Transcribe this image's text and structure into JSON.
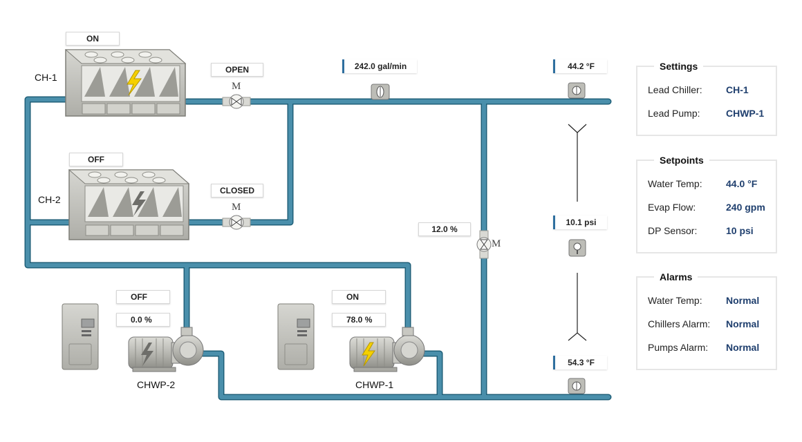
{
  "chillers": [
    {
      "id": "CH-1",
      "status": "ON"
    },
    {
      "id": "CH-2",
      "status": "OFF"
    }
  ],
  "valves": [
    {
      "status": "OPEN",
      "symbol": "M"
    },
    {
      "status": "CLOSED",
      "symbol": "M"
    }
  ],
  "bypass_valve": {
    "value": "12.0 %",
    "symbol": "M"
  },
  "pumps": [
    {
      "id": "CHWP-2",
      "status": "OFF",
      "speed": "0.0 %"
    },
    {
      "id": "CHWP-1",
      "status": "ON",
      "speed": "78.0 %"
    }
  ],
  "sensors": {
    "flow": "242.0 gal/min",
    "supply_temp": "44.2 °F",
    "dp": "10.1 psi",
    "return_temp": "54.3 °F"
  },
  "settings": {
    "title": "Settings",
    "rows": [
      {
        "label": "Lead Chiller:",
        "value": "CH-1"
      },
      {
        "label": "Lead Pump:",
        "value": "CHWP-1"
      }
    ]
  },
  "setpoints": {
    "title": "Setpoints",
    "rows": [
      {
        "label": "Water Temp:",
        "value": "44.0 °F"
      },
      {
        "label": "Evap Flow:",
        "value": "240 gpm"
      },
      {
        "label": "DP Sensor:",
        "value": "10 psi"
      }
    ]
  },
  "alarms": {
    "title": "Alarms",
    "rows": [
      {
        "label": "Water Temp:",
        "value": "Normal"
      },
      {
        "label": "Chillers Alarm:",
        "value": "Normal"
      },
      {
        "label": "Pumps Alarm:",
        "value": "Normal"
      }
    ]
  },
  "colors": {
    "pipe": "#4a8fab",
    "pipe_edge": "#1f5f78",
    "equipment": "#c4c4bf",
    "equipment_dark": "#8d8d87",
    "bolt_on": "#f5d000",
    "bolt_off": "#6e6e6a",
    "value_text": "#1f3f6e",
    "gauge_accent": "#2f6f9f"
  },
  "icons": [
    "lightning-bolt-icon",
    "valve-icon",
    "flow-meter-icon",
    "temperature-sensor-icon",
    "pressure-sensor-icon"
  ]
}
